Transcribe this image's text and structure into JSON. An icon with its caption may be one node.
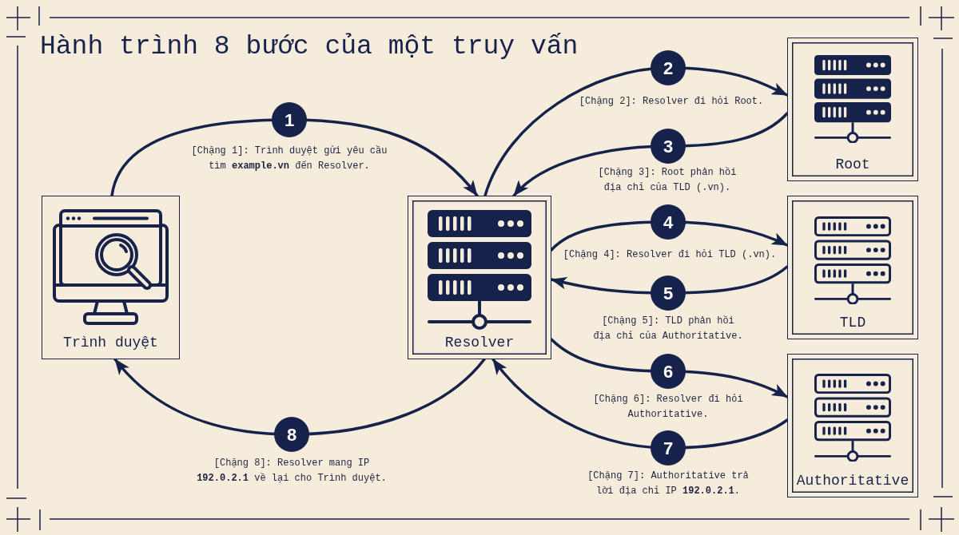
{
  "diagram": {
    "title": "Hành trình 8 bước của một truy vấn",
    "nodes": [
      {
        "text": [
          "Trình duyệt"
        ]
      },
      {
        "text": [
          "Resolver"
        ]
      },
      {
        "text": [
          "Root"
        ]
      },
      {
        "text": [
          "TLD"
        ]
      },
      {
        "text": [
          "Authoritative"
        ]
      }
    ],
    "edges": [
      {
        "from": 0,
        "to": 1,
        "arrow": "to",
        "label": "[Chặng 1]: Trình duyệt gửi yêu cầu tìm **example.vn** đến Resolver."
      },
      {
        "from": 1,
        "to": 2,
        "arrow": "to",
        "label": "[Chặng 2]: Resolver đi hỏi Root."
      },
      {
        "from": 2,
        "to": 1,
        "arrow": "to",
        "label": "[Chặng 3]: Root phản hồi địa chỉ của TLD (.vn)."
      },
      {
        "from": 1,
        "to": 3,
        "arrow": "to",
        "label": "[Chặng 4]: Resolver đi hỏi TLD (.vn)."
      },
      {
        "from": 3,
        "to": 1,
        "arrow": "to",
        "label": "[Chặng 5]: TLD phản hồi địa chỉ của Authoritative."
      },
      {
        "from": 1,
        "to": 4,
        "arrow": "to",
        "label": "[Chặng 6]: Resolver đi hỏi Authoritative."
      },
      {
        "from": 4,
        "to": 1,
        "arrow": "to",
        "label": "[Chặng 7]: Authoritative trả lời địa chỉ IP **192.0.2.1**."
      },
      {
        "from": 1,
        "to": 0,
        "arrow": "to",
        "label": "[Chặng 8]: Resolver mang IP **192.0.2.1** về lại cho Trình duyệt."
      }
    ],
    "labels": [
      "1",
      "2",
      "3",
      "4",
      "5",
      "6",
      "7",
      "8"
    ]
  }
}
